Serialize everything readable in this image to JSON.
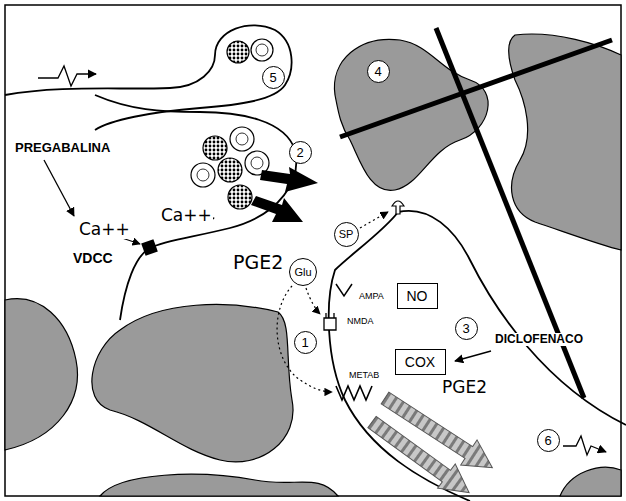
{
  "diagram": {
    "nodes": [
      {
        "text": [
          "5"
        ]
      },
      {
        "text": [
          "4"
        ]
      },
      {
        "text": [
          "2"
        ]
      },
      {
        "text": [
          "SP"
        ]
      },
      {
        "text": [
          "Glu"
        ]
      },
      {
        "text": [
          "NO"
        ]
      },
      {
        "text": [
          "1"
        ]
      },
      {
        "text": [
          "COX"
        ]
      },
      {
        "text": [
          "3"
        ]
      },
      {
        "text": [
          "6"
        ]
      }
    ],
    "labels": [
      "PREGABALINA",
      "Ca++",
      "VDCC",
      "Ca++",
      "PGE2",
      "AMPA",
      "NMDA",
      "METAB",
      "DICLOFENACO",
      "PGE2"
    ]
  }
}
